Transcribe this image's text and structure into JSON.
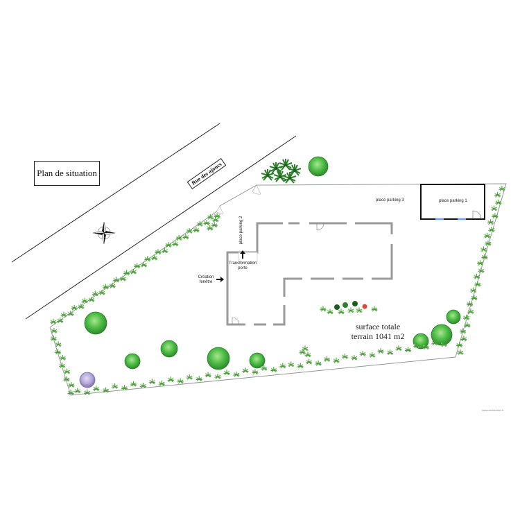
{
  "title": "Plan de situation",
  "street_name": "Rue des ajoncs",
  "labels": {
    "parking_1": "place parking 1",
    "parking_2": "place parking 2",
    "parking_3": "place parking 3",
    "transformation_line1": "Transformation",
    "transformation_line2": "porte",
    "creation_line1": "Création",
    "creation_line2": "fenêtre",
    "surface_line1": "surface totale",
    "surface_line2": "terrain 1041 m2"
  },
  "watermark": "www.archifacile.fr",
  "colors": {
    "boundary": "#8f9a8f",
    "wall": "#9a9a9a",
    "shrub_dark": "#3d8a3d",
    "shrub_light": "#7fcf6f",
    "tree": "#45b845",
    "tree_purple": "#a597c9",
    "door_blue": "#6aa5e8"
  }
}
